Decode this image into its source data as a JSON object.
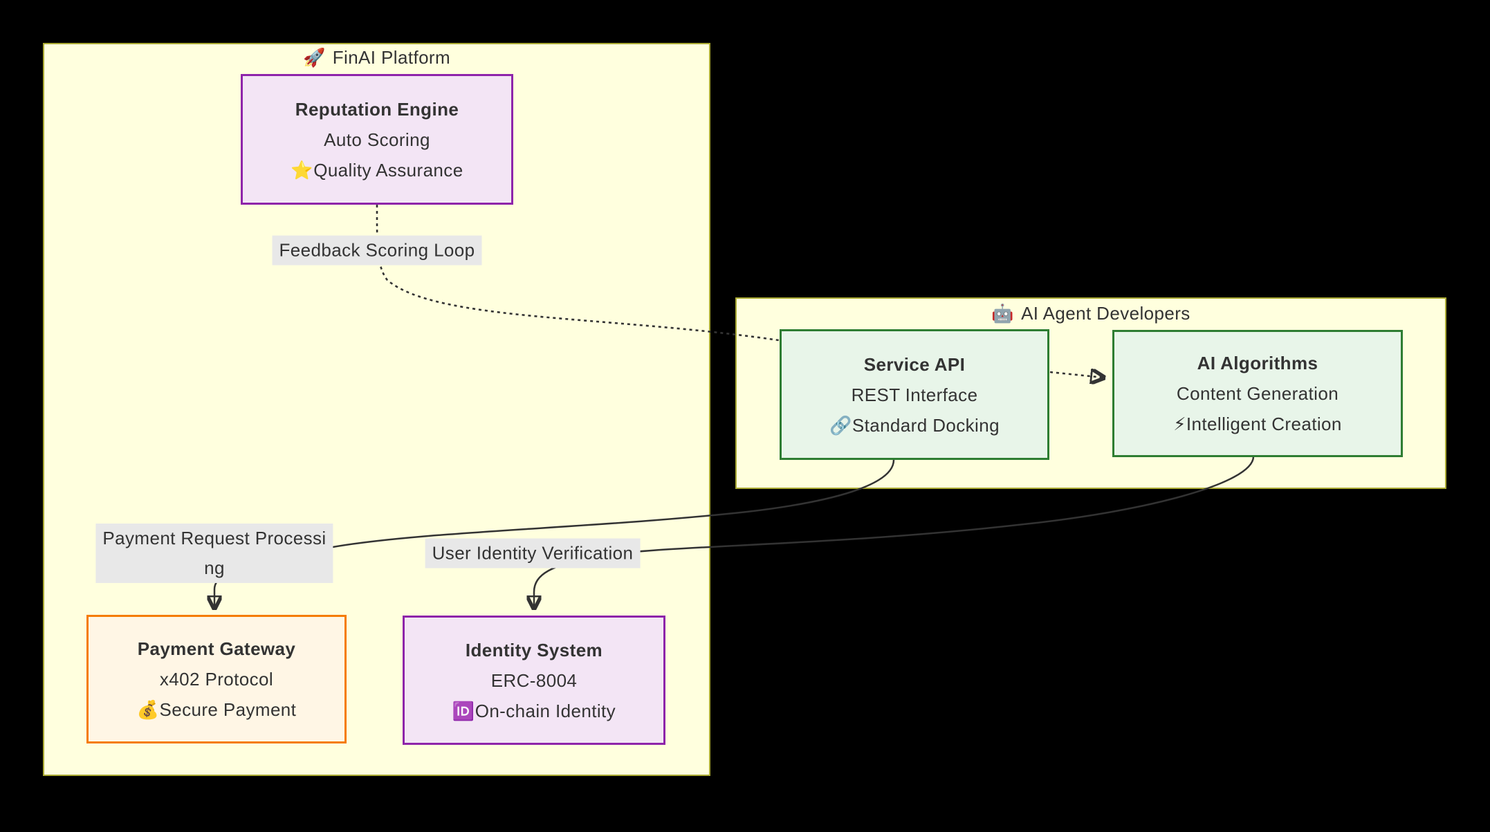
{
  "diagram": {
    "type": "flowchart",
    "background": "#000000"
  },
  "containers": {
    "finai": {
      "icon": "🚀",
      "title": "FinAI Platform"
    },
    "agents": {
      "icon": "🤖",
      "title": "AI Agent Developers"
    }
  },
  "nodes": {
    "reputation": {
      "title": "Reputation Engine",
      "subtitle": "Auto Scoring",
      "icon": "⭐",
      "feature": "Quality Assurance"
    },
    "service": {
      "title": "Service API",
      "subtitle": "REST Interface",
      "icon": "🔗",
      "feature": "Standard Docking"
    },
    "algorithms": {
      "title": "AI Algorithms",
      "subtitle": "Content Generation",
      "icon": "⚡",
      "feature": "Intelligent Creation"
    },
    "payment": {
      "title": "Payment Gateway",
      "subtitle": "x402 Protocol",
      "icon": "💰",
      "feature": "Secure Payment"
    },
    "identity": {
      "title": "Identity System",
      "subtitle": "ERC-8004",
      "icon": "🆔",
      "feature": "On-chain Identity"
    }
  },
  "edges": {
    "feedback": {
      "from": "Reputation Engine",
      "to": "Service API",
      "style": "dotted",
      "arrow": false,
      "lines": [
        "Feedback Scoring Loop"
      ]
    },
    "service_to_algo": {
      "from": "Service API",
      "to": "AI Algorithms",
      "style": "dotted",
      "arrow": true,
      "lines": []
    },
    "payment_edge": {
      "from": "Service API",
      "to": "Payment Gateway",
      "style": "solid",
      "arrow": true,
      "lines": [
        "Payment Request Processi",
        "ng"
      ]
    },
    "identity_edge": {
      "from": "AI Algorithms",
      "to": "Identity System",
      "style": "solid",
      "arrow": true,
      "lines": [
        "User Identity Verification"
      ]
    }
  },
  "colors": {
    "container_fill": "#ffffde",
    "container_stroke": "#aaaa33",
    "purple_fill": "#f3e5f5",
    "purple_stroke": "#8e24aa",
    "green_fill": "#e8f5e9",
    "green_stroke": "#2e7d32",
    "orange_fill": "#fff6e5",
    "orange_stroke": "#f57c00",
    "edge_stroke": "#333333",
    "edge_label_bg": "#e8e8e8",
    "text": "#333333"
  }
}
